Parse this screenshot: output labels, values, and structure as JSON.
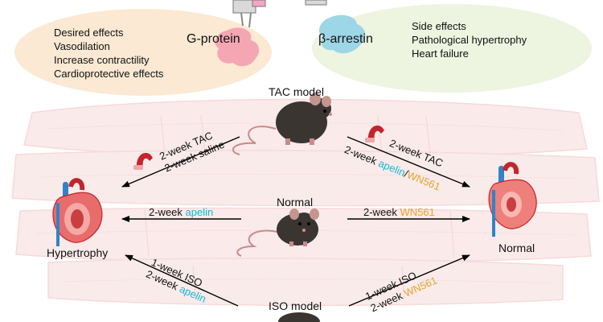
{
  "ovals": {
    "left": {
      "items": [
        "Desired effects",
        "Vasodilation",
        "Increase contractility",
        "Cardioprotective effects"
      ],
      "pathway": "G-protein"
    },
    "right": {
      "pathway": "β-arrestin",
      "items": [
        "Side effects",
        "Pathological hypertrophy",
        "Heart failure"
      ]
    }
  },
  "models": {
    "tac": "TAC model",
    "normal": "Normal",
    "iso": "ISO model"
  },
  "outcomes": {
    "left": "Hypertrophy",
    "right": "Normal"
  },
  "arrows": {
    "tac_left": {
      "line1": "2-week TAC",
      "line2": "2-week saline"
    },
    "tac_right": {
      "line1": "2-week TAC",
      "line2_prefix": "2-week ",
      "line2_a": "apelin",
      "line2_sep": "/",
      "line2_b": "WN561"
    },
    "normal_left": {
      "prefix": "2-week ",
      "drug": "apelin"
    },
    "normal_right": {
      "prefix": "2-week ",
      "drug": "WN561"
    },
    "iso_left": {
      "line1": "1-week ISO",
      "line2_prefix": "2-week ",
      "line2_drug": "apelin"
    },
    "iso_right": {
      "line1": "1-week ISO",
      "line2_prefix": "2-week ",
      "line2_drug": "WN561"
    }
  },
  "colors": {
    "apelin": "#12b9d6",
    "wn561": "#e6a42a",
    "left_oval": "#fbe9d3",
    "right_oval": "#edf4e0",
    "muscle_background": "#f7dede"
  }
}
